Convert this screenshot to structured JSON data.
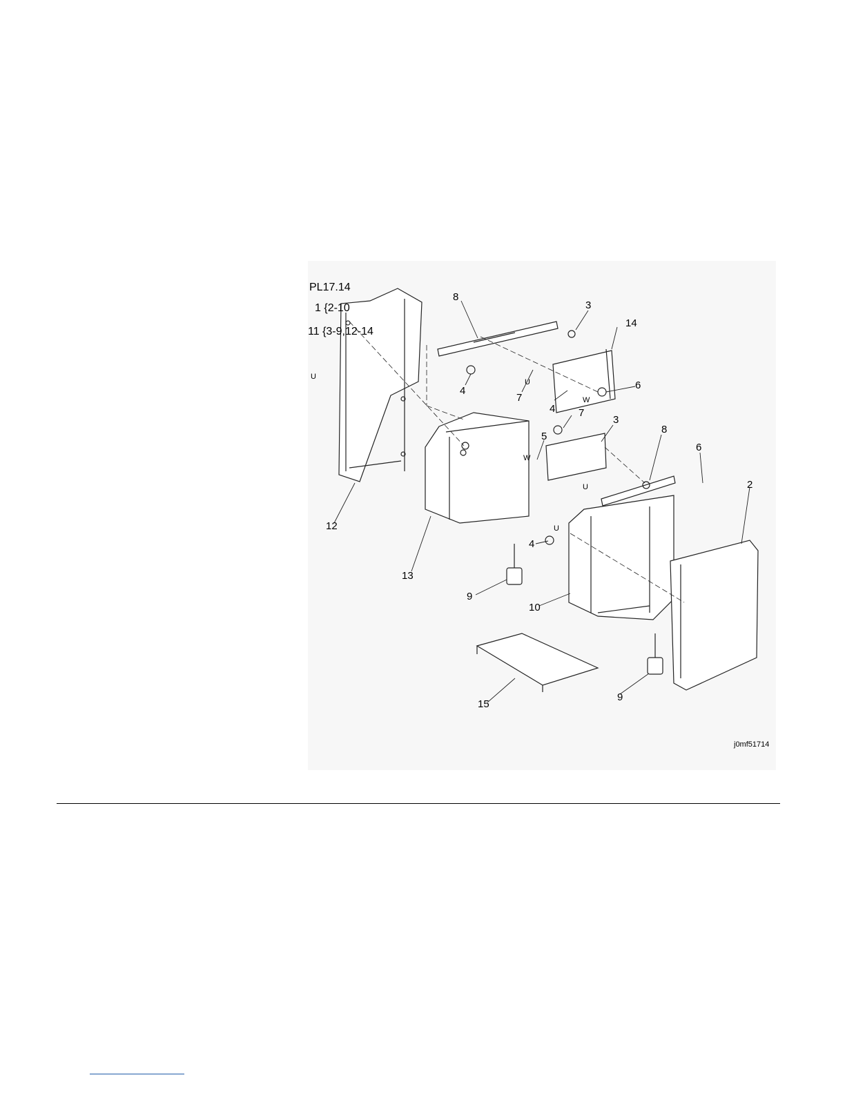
{
  "figure": {
    "plate_id": "PL17.14",
    "groups": [
      {
        "item": "1",
        "range": "2-10"
      },
      {
        "item": "11",
        "range": "3-9,12-14"
      }
    ],
    "image_code": "j0mf51714",
    "callouts": [
      "8",
      "3",
      "14",
      "4",
      "6",
      "7",
      "4",
      "7",
      "5",
      "3",
      "8",
      "6",
      "2",
      "4",
      "12",
      "13",
      "9",
      "10",
      "15",
      "9"
    ],
    "tags": [
      "U",
      "U",
      "W",
      "W",
      "U",
      "U"
    ]
  }
}
